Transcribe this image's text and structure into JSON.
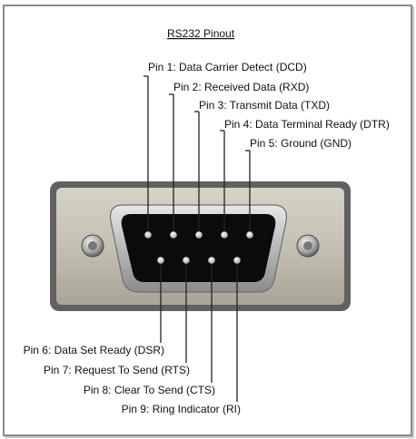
{
  "title": "RS232 Pinout",
  "pins_top": [
    {
      "pin": "Pin 1",
      "label": "Pin 1: Data Carrier Detect (DCD)"
    },
    {
      "pin": "Pin 2",
      "label": "Pin 2: Received Data (RXD)"
    },
    {
      "pin": "Pin 3",
      "label": "Pin 3: Transmit Data (TXD)"
    },
    {
      "pin": "Pin 4",
      "label": "Pin 4: Data Terminal Ready (DTR)"
    },
    {
      "pin": "Pin 5",
      "label": "Pin 5: Ground (GND)"
    }
  ],
  "pins_bottom": [
    {
      "pin": "Pin 6",
      "label": "Pin 6: Data Set Ready (DSR)"
    },
    {
      "pin": "Pin 7",
      "label": "Pin 7: Request To Send (RTS)"
    },
    {
      "pin": "Pin 8",
      "label": "Pin 8: Clear To Send (CTS)"
    },
    {
      "pin": "Pin 9",
      "label": "Pin 9: Ring Indicator (RI)"
    }
  ],
  "colors": {
    "shell": "#616161",
    "plate": "#c9c5b8",
    "insert": "#0b0b0b",
    "pin": "#dcdcdc",
    "border": "#8a8a8a"
  }
}
